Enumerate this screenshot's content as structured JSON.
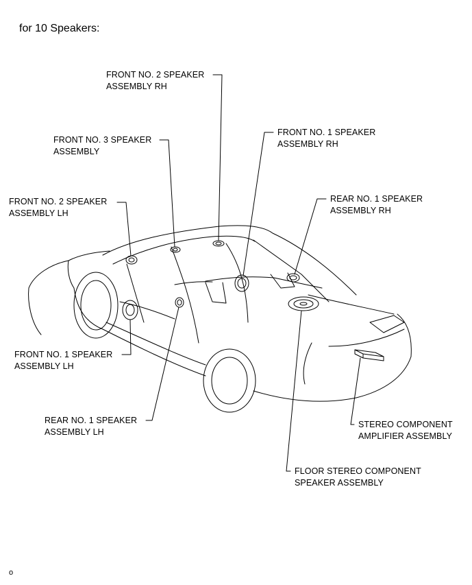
{
  "title": "for 10 Speakers:",
  "labels": {
    "front_no2_rh": {
      "line1": "FRONT NO. 2 SPEAKER",
      "line2": "ASSEMBLY RH"
    },
    "front_no3": {
      "line1": "FRONT NO. 3 SPEAKER",
      "line2": "ASSEMBLY"
    },
    "front_no1_rh": {
      "line1": "FRONT NO. 1 SPEAKER",
      "line2": "ASSEMBLY RH"
    },
    "front_no2_lh": {
      "line1": "FRONT NO. 2 SPEAKER",
      "line2": "ASSEMBLY LH"
    },
    "rear_no1_rh": {
      "line1": "REAR NO. 1 SPEAKER",
      "line2": "ASSEMBLY RH"
    },
    "front_no1_lh": {
      "line1": "FRONT NO. 1 SPEAKER",
      "line2": "ASSEMBLY LH"
    },
    "rear_no1_lh": {
      "line1": "REAR NO. 1 SPEAKER",
      "line2": "ASSEMBLY LH"
    },
    "stereo_amp": {
      "line1": "STEREO COMPONENT",
      "line2": "AMPLIFIER ASSEMBLY"
    },
    "floor_speaker": {
      "line1": "FLOOR STEREO COMPONENT",
      "line2": "SPEAKER ASSEMBLY"
    }
  },
  "footer": "o"
}
